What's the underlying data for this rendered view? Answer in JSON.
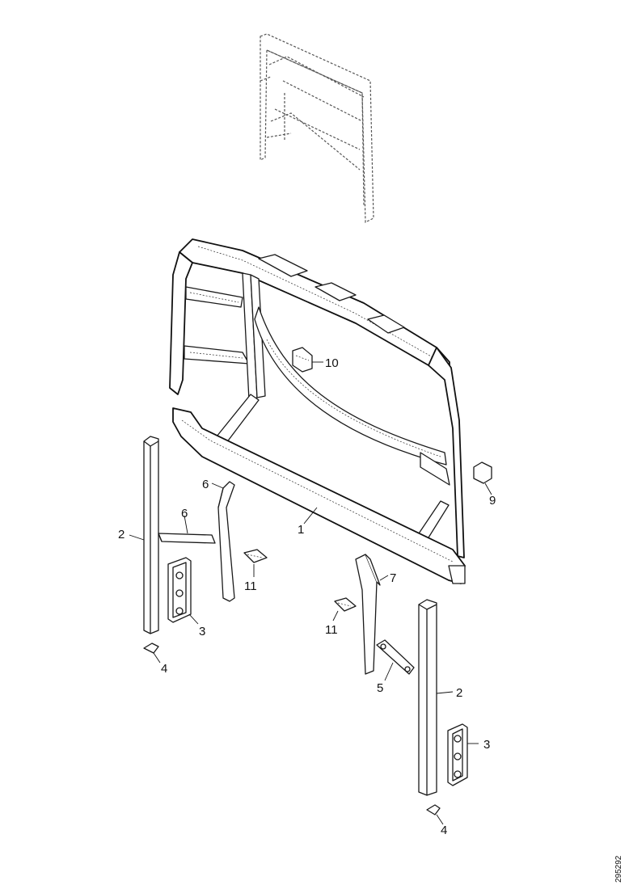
{
  "callouts": {
    "c1": "1",
    "c2a": "2",
    "c2b": "2",
    "c3a": "3",
    "c3b": "3",
    "c4a": "4",
    "c4b": "4",
    "c5": "5",
    "c6a": "6",
    "c6b": "6",
    "c7": "7",
    "c9": "9",
    "c10": "10",
    "c11a": "11",
    "c11b": "11"
  },
  "figure_ref": "295292"
}
